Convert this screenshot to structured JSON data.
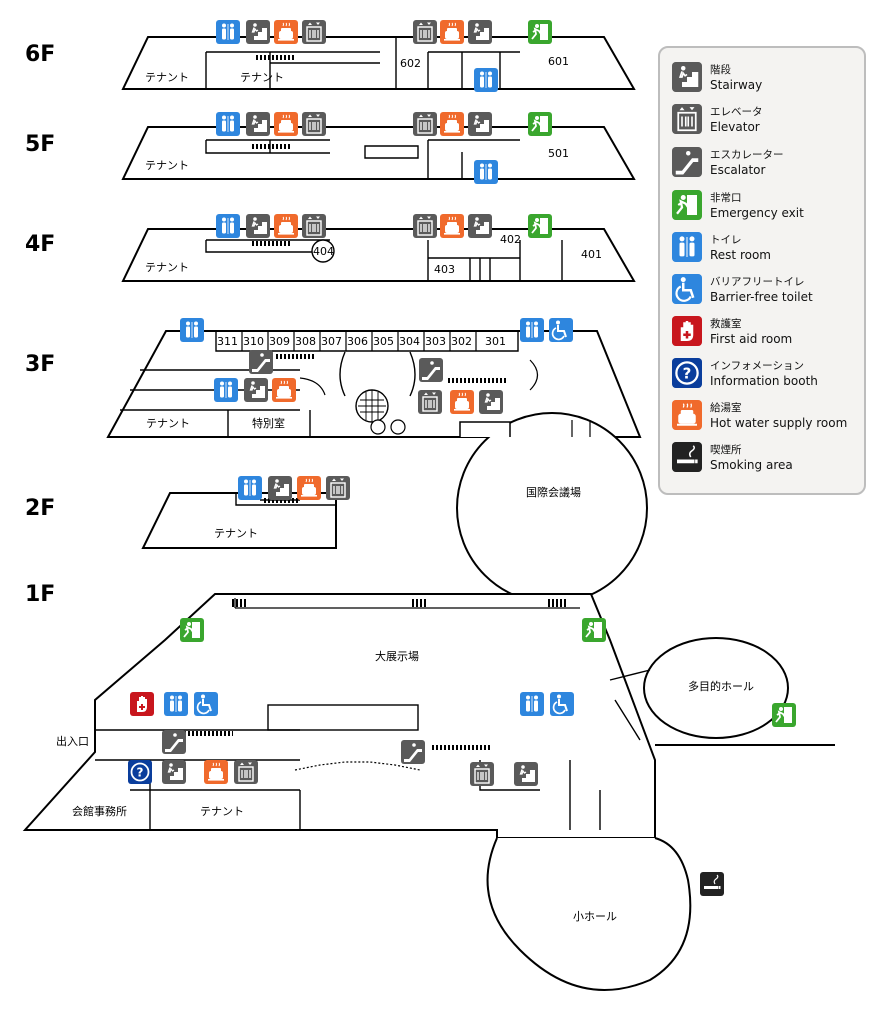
{
  "colors": {
    "restroom": "#2e86de",
    "stairs": "#5a5a5a",
    "hot_water": "#f06a2c",
    "exit": "#3aa62e",
    "first_aid": "#c8161d",
    "info": "#0a3d9c",
    "smoking": "#222222",
    "legend_bg": "#f4f3f1",
    "legend_border": "#bdbdbd"
  },
  "floors": {
    "f6": {
      "label": "6F",
      "rooms": [
        "テナント",
        "テナント",
        "602",
        "601"
      ]
    },
    "f5": {
      "label": "5F",
      "rooms": [
        "テナント",
        "501"
      ]
    },
    "f4": {
      "label": "4F",
      "rooms": [
        "テナント",
        "404",
        "402",
        "401",
        "403"
      ]
    },
    "f3": {
      "label": "3F",
      "meeting_rooms": [
        "311",
        "310",
        "309",
        "308",
        "307",
        "306",
        "305",
        "304",
        "303",
        "302",
        "301"
      ],
      "rooms": [
        "テナント",
        "特別室",
        "国際会議場"
      ]
    },
    "f2": {
      "label": "2F",
      "rooms": [
        "テナント"
      ]
    },
    "f1": {
      "label": "1F",
      "rooms": [
        "大展示場",
        "多目的ホール",
        "出入口",
        "会館事務所",
        "テナント",
        "小ホール"
      ]
    }
  },
  "legend": [
    {
      "icon": "stairway-icon",
      "jp": "階段",
      "en": "Stairway"
    },
    {
      "icon": "elevator-icon",
      "jp": "エレベータ",
      "en": "Elevator"
    },
    {
      "icon": "escalator-icon",
      "jp": "エスカレーター",
      "en": "Escalator"
    },
    {
      "icon": "emergency-exit-icon",
      "jp": "非常口",
      "en": "Emergency exit"
    },
    {
      "icon": "restroom-icon",
      "jp": "トイレ",
      "en": "Rest room"
    },
    {
      "icon": "barrier-free-toilet-icon",
      "jp": "バリアフリートイレ",
      "en": "Barrier-free toilet"
    },
    {
      "icon": "first-aid-icon",
      "jp": "救護室",
      "en": "First aid room"
    },
    {
      "icon": "information-icon",
      "jp": "インフォメーション",
      "en": "Information booth"
    },
    {
      "icon": "hot-water-icon",
      "jp": "給湯室",
      "en": "Hot water supply room"
    },
    {
      "icon": "smoking-icon",
      "jp": "喫煙所",
      "en": "Smoking area"
    }
  ]
}
